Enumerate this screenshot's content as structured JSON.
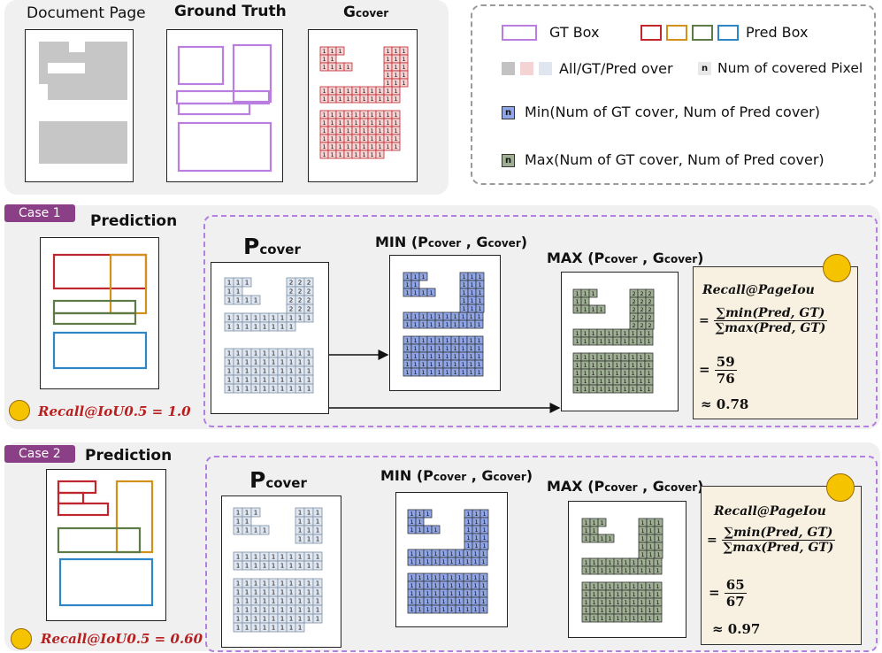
{
  "top": {
    "document_page_label": "Document Page",
    "ground_truth_label": "Ground Truth",
    "g_cover_label": "G",
    "g_cover_sub": "cover"
  },
  "legend": {
    "gt_box": "GT Box",
    "pred_box": "Pred Box",
    "over_text": "All/GT/Pred over",
    "n_letter": "n",
    "covered_text": "Num of covered Pixel",
    "min_text": "Min(Num of GT cover, Num of Pred cover)",
    "max_text": "Max(Num of GT cover, Num of Pred cover)",
    "colors": {
      "gt": "#b97ee0",
      "red": "#c0262d",
      "orange": "#d2911b",
      "green": "#5d7a47",
      "blue": "#2f86c6",
      "gray": "#c2c2c2",
      "pink": "#f3d3d3",
      "lightblue": "#dfe6ef",
      "minfill": "#8fa5e6",
      "maxfill": "#9eaf93"
    }
  },
  "case1": {
    "tag": "Case 1",
    "prediction_label": "Prediction",
    "pcover_main": "P",
    "pcover_sub": "cover",
    "min_label": "MIN (",
    "max_label": "MAX (",
    "args_p": "P",
    "args_g": "G",
    "args_sub": "cover",
    "recall_title": "Recall@PageIou",
    "num_expr": "∑min(Pred, GT)",
    "den_expr": "∑max(Pred, GT)",
    "frac_num": "59",
    "frac_den": "76",
    "approx": "≈ 0.78",
    "recall_iou": "Recall@IoU0.5 = 1.0"
  },
  "case2": {
    "tag": "Case 2",
    "prediction_label": "Prediction",
    "recall_title": "Recall@PageIou",
    "num_expr": "∑min(Pred, GT)",
    "den_expr": "∑max(Pred, GT)",
    "frac_num": "65",
    "frac_den": "67",
    "approx": "≈ 0.97",
    "recall_iou": "Recall@IoU0.5 = 0.60"
  }
}
